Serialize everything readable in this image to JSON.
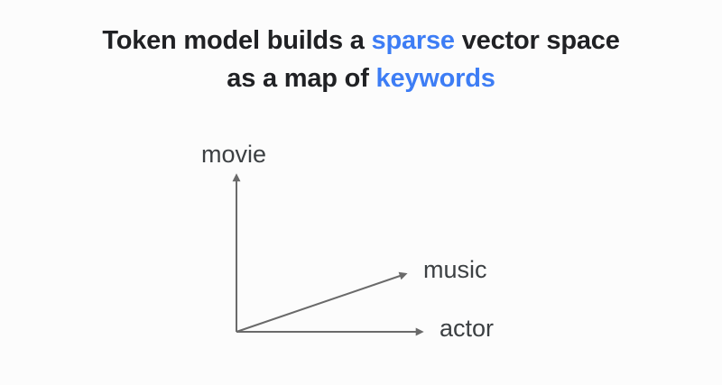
{
  "theme": {
    "background": "#fcfcfc",
    "title_text": "#202124",
    "accent": "#3d7df5",
    "line_gray": "#6a6a6a",
    "label_text": "#3c4043"
  },
  "title": {
    "lines": [
      {
        "segments": [
          {
            "text": "Token model builds a ",
            "emphasis": false
          },
          {
            "text": "sparse",
            "emphasis": true
          },
          {
            "text": " vector space",
            "emphasis": false
          }
        ]
      },
      {
        "segments": [
          {
            "text": "as a map of ",
            "emphasis": false
          },
          {
            "text": "keywords",
            "emphasis": true
          }
        ]
      }
    ]
  },
  "diagram": {
    "axes": [
      {
        "label": "movie",
        "direction": "up"
      },
      {
        "label": "music",
        "direction": "up-right"
      },
      {
        "label": "actor",
        "direction": "right"
      }
    ]
  }
}
